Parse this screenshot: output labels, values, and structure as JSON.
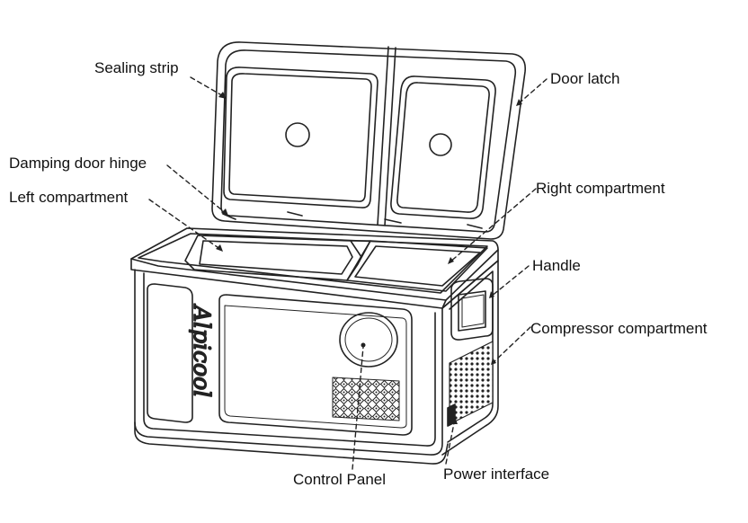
{
  "brand": "Alpicool",
  "labels": {
    "sealing_strip": "Sealing strip",
    "door_latch": "Door latch",
    "damping_door_hinge": "Damping door hinge",
    "left_compartment": "Left compartment",
    "right_compartment": "Right compartment",
    "handle": "Handle",
    "compressor_compartment": "Compressor compartment",
    "control_panel": "Control Panel",
    "power_interface": "Power interface"
  },
  "colors": {
    "line": "#222222",
    "background": "#ffffff"
  }
}
